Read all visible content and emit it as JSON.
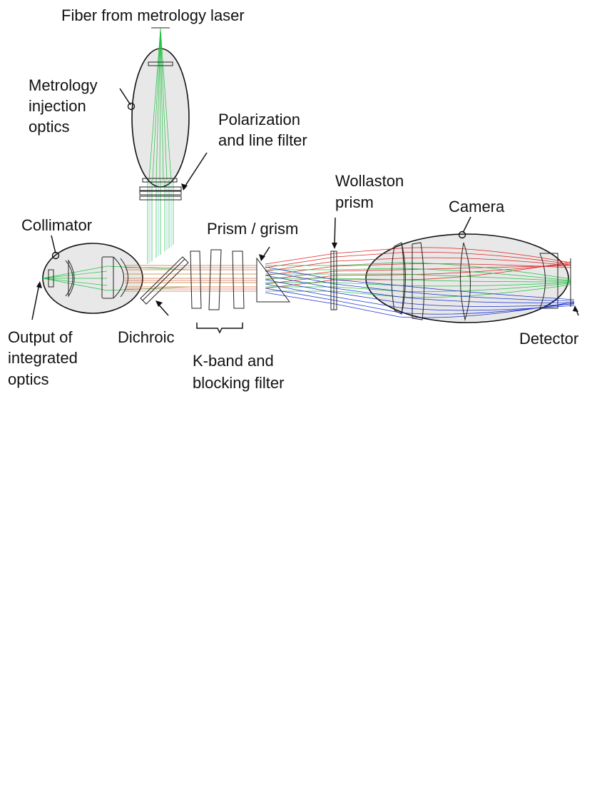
{
  "labels": {
    "fiber": "Fiber from metrology laser",
    "metrology_l1": "Metrology",
    "metrology_l2": "injection",
    "metrology_l3": "optics",
    "polar_l1": "Polarization",
    "polar_l2": "and line filter",
    "collimator": "Collimator",
    "prism": "Prism / grism",
    "wollaston_l1": "Wollaston",
    "wollaston_l2": "prism",
    "camera": "Camera",
    "output_l1": "Output of",
    "output_l2": "integrated",
    "output_l3": "optics",
    "dichroic": "Dichroic",
    "kband_l1": "K-band and",
    "kband_l2": "blocking filter",
    "detector": "Detector"
  },
  "colors": {
    "background": "#ffffff",
    "module_fill": "#e8e8e8",
    "outline": "#222222",
    "ray_red": "#e02020",
    "ray_green": "#20c040",
    "ray_blue": "#1830d0",
    "ray_orange": "#c8782a",
    "ray_teal": "#58b8c8"
  }
}
